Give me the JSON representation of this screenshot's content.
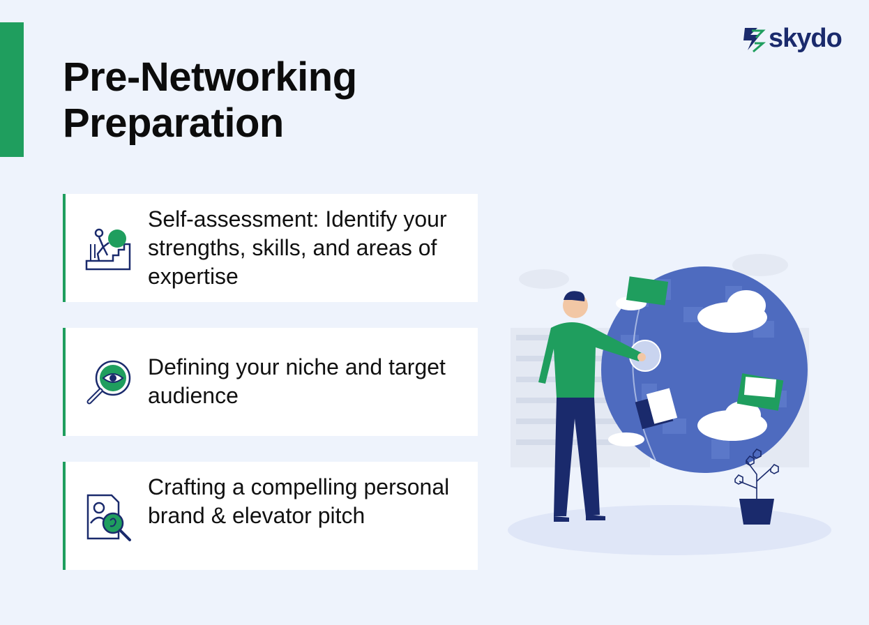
{
  "brand": {
    "name": "skydo"
  },
  "title": {
    "line1": "Pre-Networking",
    "line2": "Preparation"
  },
  "items": [
    {
      "text": "Self-assessment: Identify your strengths, skills, and areas of expertise",
      "icon": "climbing-person-icon"
    },
    {
      "text": "Defining your niche and target audience",
      "icon": "magnifier-eye-icon"
    },
    {
      "text": "Crafting a compelling personal brand & elevator pitch",
      "icon": "profile-document-icon"
    }
  ],
  "colors": {
    "accent": "#1f9e5e",
    "navy": "#1a2a6c",
    "background": "#eef3fc",
    "globe": "#4e6bbf"
  },
  "illustration": {
    "icon": "person-globe-illustration"
  }
}
